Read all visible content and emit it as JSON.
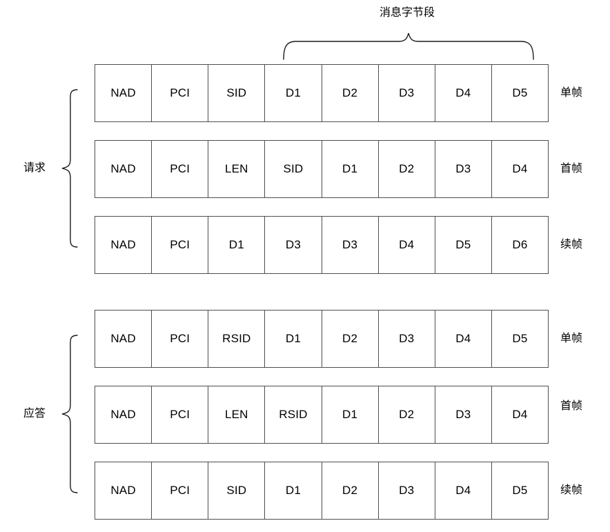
{
  "diagram": {
    "top_title": "消息字节段",
    "groups": [
      {
        "name": "request",
        "label": "请求"
      },
      {
        "name": "response",
        "label": "应答"
      }
    ],
    "frame_labels": {
      "single": "单帧",
      "first": "首帧",
      "consecutive": "续帧"
    },
    "rows": [
      {
        "group": "request",
        "type_label": "单帧",
        "cells": [
          "NAD",
          "PCI",
          "SID",
          "D1",
          "D2",
          "D3",
          "D4",
          "D5"
        ]
      },
      {
        "group": "request",
        "type_label": "首帧",
        "cells": [
          "NAD",
          "PCI",
          "LEN",
          "SID",
          "D1",
          "D2",
          "D3",
          "D4"
        ]
      },
      {
        "group": "request",
        "type_label": "续帧",
        "cells": [
          "NAD",
          "PCI",
          "D1",
          "D3",
          "D3",
          "D4",
          "D5",
          "D6"
        ]
      },
      {
        "group": "response",
        "type_label": "单帧",
        "cells": [
          "NAD",
          "PCI",
          "RSID",
          "D1",
          "D2",
          "D3",
          "D4",
          "D5"
        ]
      },
      {
        "group": "response",
        "type_label": "首帧",
        "cells": [
          "NAD",
          "PCI",
          "LEN",
          "RSID",
          "D1",
          "D2",
          "D3",
          "D4"
        ]
      },
      {
        "group": "response",
        "type_label": "续帧",
        "cells": [
          "NAD",
          "PCI",
          "SID",
          "D1",
          "D2",
          "D3",
          "D4",
          "D5"
        ]
      }
    ],
    "colors": {
      "border": "#4d4d4d",
      "brace": "#1a1a1a",
      "text": "#000000",
      "background": "#ffffff"
    }
  }
}
